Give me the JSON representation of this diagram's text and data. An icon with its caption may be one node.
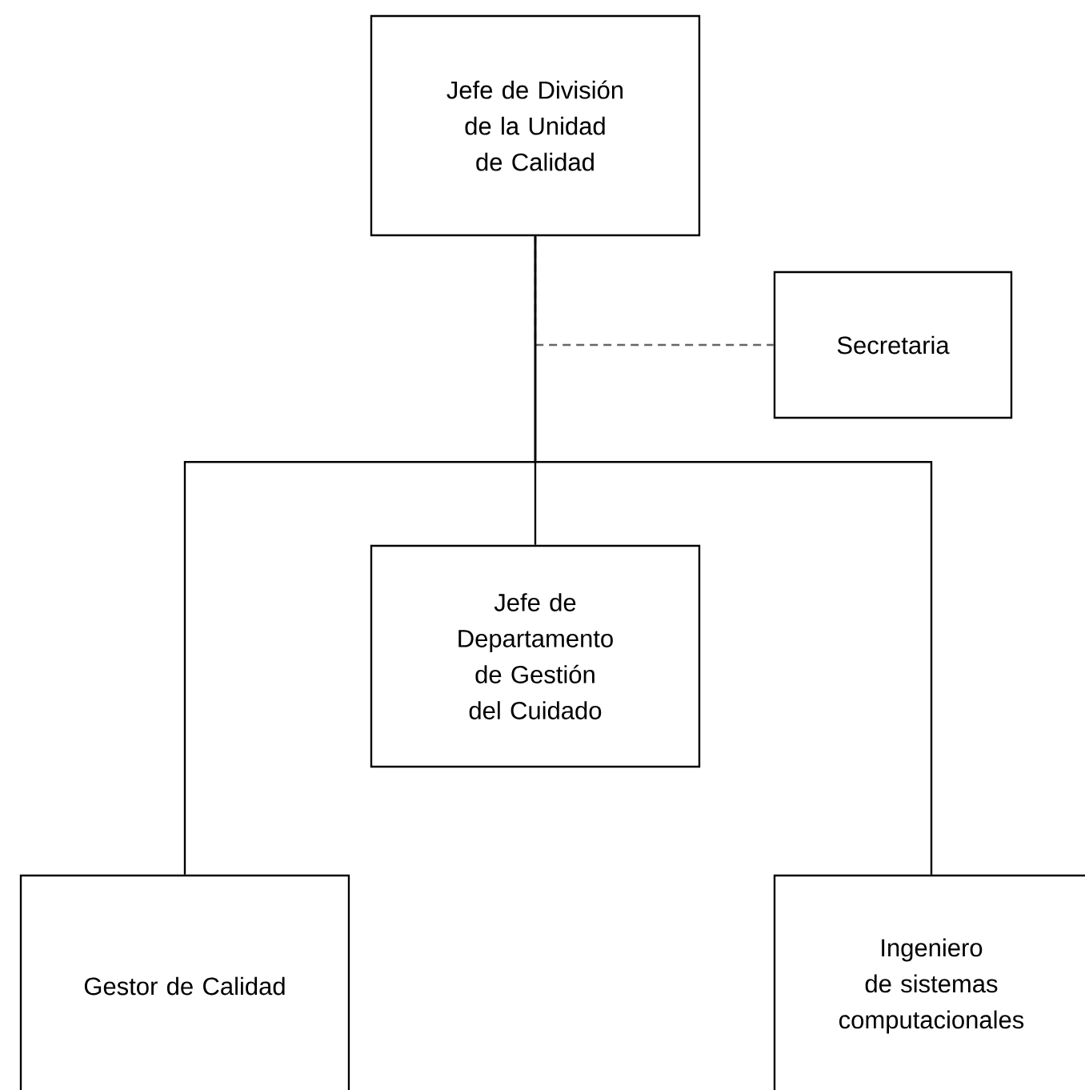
{
  "diagram": {
    "nodes": [
      {
        "text": [
          "Jefe de División de la Unidad de Calidad"
        ]
      },
      {
        "text": [
          "Secretaria"
        ]
      },
      {
        "text": [
          "Jefe de Departamento de Gestión del Cuidado"
        ]
      },
      {
        "text": [
          "Gestor de Calidad"
        ]
      },
      {
        "text": [
          "Ingeniero de sistemas computacionales"
        ]
      }
    ],
    "edges": [
      {
        "from": 0,
        "to": 1,
        "arrow": "none",
        "style": "dashed",
        "color": "#666666"
      },
      {
        "from": 0,
        "to": 2,
        "arrow": "none"
      },
      {
        "from": 0,
        "to": 3,
        "arrow": "none"
      },
      {
        "from": 0,
        "to": 4,
        "arrow": "none"
      }
    ]
  }
}
